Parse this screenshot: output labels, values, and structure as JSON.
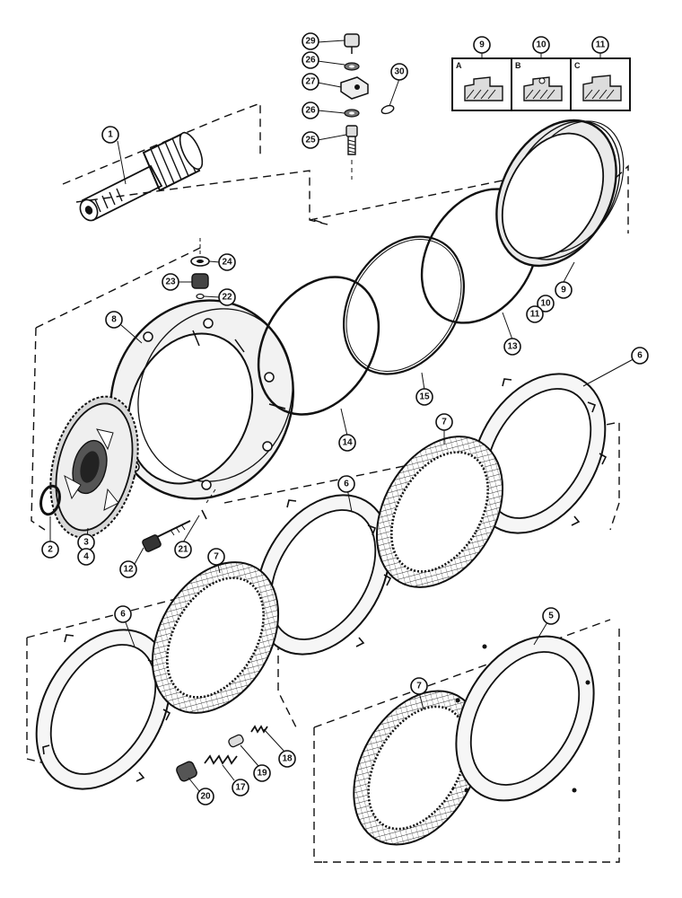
{
  "diagram": {
    "callouts": {
      "c1": "1",
      "c2": "2",
      "c3": "3",
      "c4": "4",
      "c5": "5",
      "c6a": "6",
      "c6b": "6",
      "c6c": "6",
      "c7a": "7",
      "c7b": "7",
      "c7c": "7",
      "c8": "8",
      "c9": "9",
      "c10": "10",
      "c11": "11",
      "c12": "12",
      "c13": "13",
      "c14": "14",
      "c15": "15",
      "c17": "17",
      "c18": "18",
      "c19": "19",
      "c20": "20",
      "c21": "21",
      "c22": "22",
      "c23": "23",
      "c24": "24",
      "c25": "25",
      "c26a": "26",
      "c26b": "26",
      "c27": "27",
      "c29": "29",
      "c30": "30"
    },
    "inset": {
      "headers": [
        "9",
        "10",
        "11"
      ],
      "letters": [
        "A",
        "B",
        "C"
      ]
    }
  }
}
